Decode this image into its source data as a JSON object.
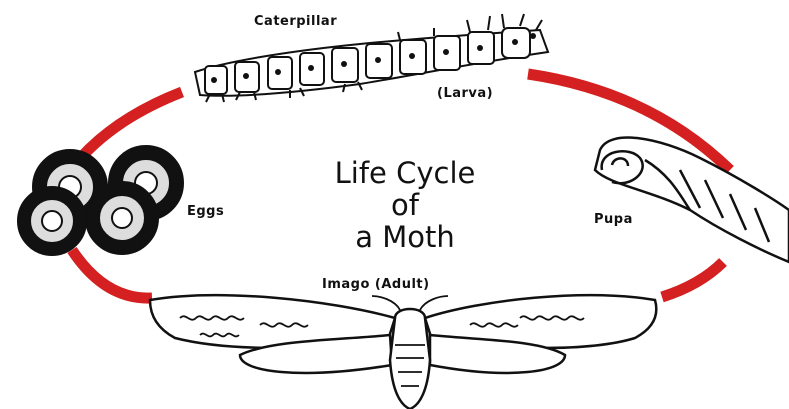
{
  "diagram": {
    "title_lines": [
      "Life Cycle",
      "of",
      "a Moth"
    ],
    "stages": {
      "caterpillar": "Caterpillar",
      "larva": "(Larva)",
      "eggs": "Eggs",
      "pupa": "Pupa",
      "imago": "Imago (Adult)"
    },
    "colors": {
      "cycle_arc": "#d42020",
      "line_art": "#111111",
      "background": "#ffffff"
    },
    "icons": [
      "caterpillar-illustration",
      "eggs-illustration",
      "pupa-illustration",
      "moth-illustration"
    ]
  }
}
